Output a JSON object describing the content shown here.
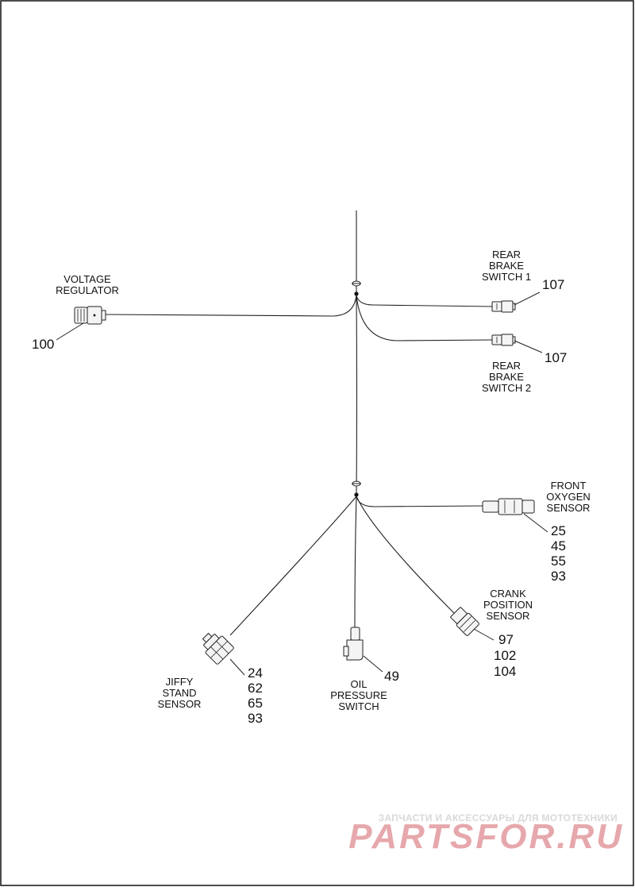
{
  "components": {
    "voltage_regulator": {
      "label": [
        "VOLTAGE",
        "REGULATOR"
      ],
      "refs": [
        "100"
      ]
    },
    "rear_brake_switch_1": {
      "label": [
        "REAR",
        "BRAKE",
        "SWITCH 1"
      ],
      "refs": [
        "107"
      ]
    },
    "rear_brake_switch_2": {
      "label": [
        "REAR",
        "BRAKE",
        "SWITCH 2"
      ],
      "refs": [
        "107"
      ]
    },
    "front_oxygen_sensor": {
      "label": [
        "FRONT",
        "OXYGEN",
        "SENSOR"
      ],
      "refs": [
        "25",
        "45",
        "55",
        "93"
      ]
    },
    "crank_position_sensor": {
      "label": [
        "CRANK",
        "POSITION",
        "SENSOR"
      ],
      "refs": [
        "97",
        "102",
        "104"
      ]
    },
    "jiffy_stand_sensor": {
      "label": [
        "JIFFY",
        "STAND",
        "SENSOR"
      ],
      "refs": [
        "24",
        "62",
        "65",
        "93"
      ]
    },
    "oil_pressure_switch": {
      "label": [
        "OIL",
        "PRESSURE",
        "SWITCH"
      ],
      "refs": [
        "49"
      ]
    }
  },
  "watermark": {
    "tagline": "ЗАПЧАСТИ И АКСЕССУАРЫ ДЛЯ МОТОТЕХНИКИ",
    "brand": "PARTSFOR.RU"
  }
}
